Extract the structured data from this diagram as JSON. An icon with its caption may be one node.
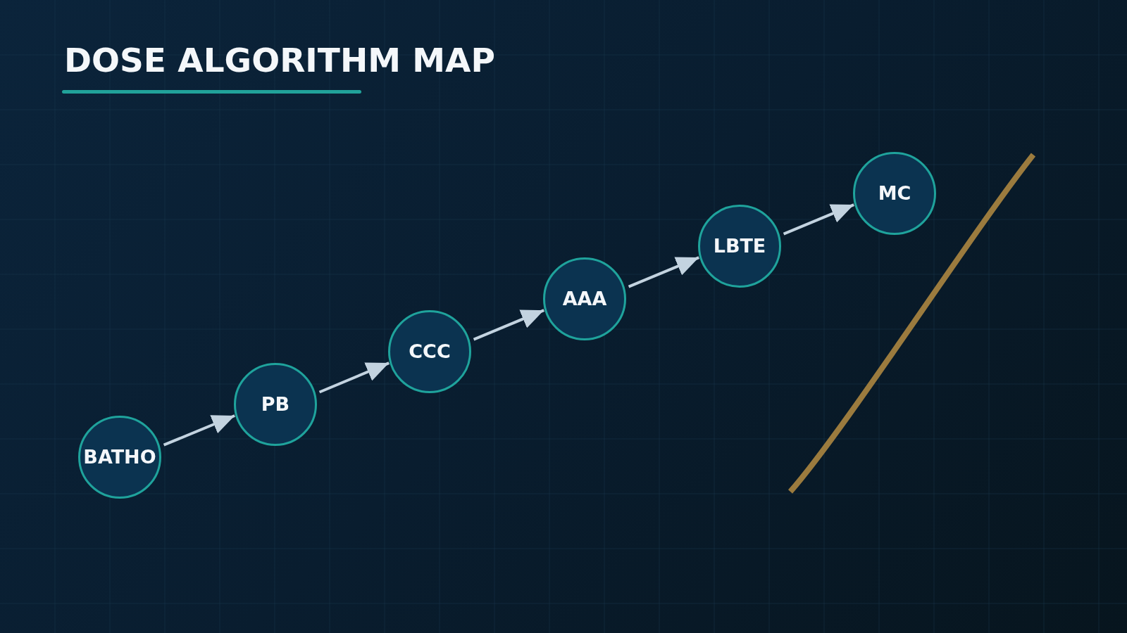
{
  "diagram": {
    "title": "DOSE ALGORITHM MAP",
    "nodes": [
      {
        "text": [
          "BATHO"
        ]
      },
      {
        "text": [
          "PB"
        ]
      },
      {
        "text": [
          "CCC"
        ]
      },
      {
        "text": [
          "AAA"
        ]
      },
      {
        "text": [
          "LBTE"
        ]
      },
      {
        "text": [
          "MC"
        ]
      }
    ],
    "edges": [
      {
        "from": 0,
        "to": 1,
        "arrow": "to"
      },
      {
        "from": 1,
        "to": 2,
        "arrow": "to"
      },
      {
        "from": 2,
        "to": 3,
        "arrow": "to"
      },
      {
        "from": 3,
        "to": 4,
        "arrow": "to"
      },
      {
        "from": 4,
        "to": 5,
        "arrow": "to"
      }
    ]
  }
}
